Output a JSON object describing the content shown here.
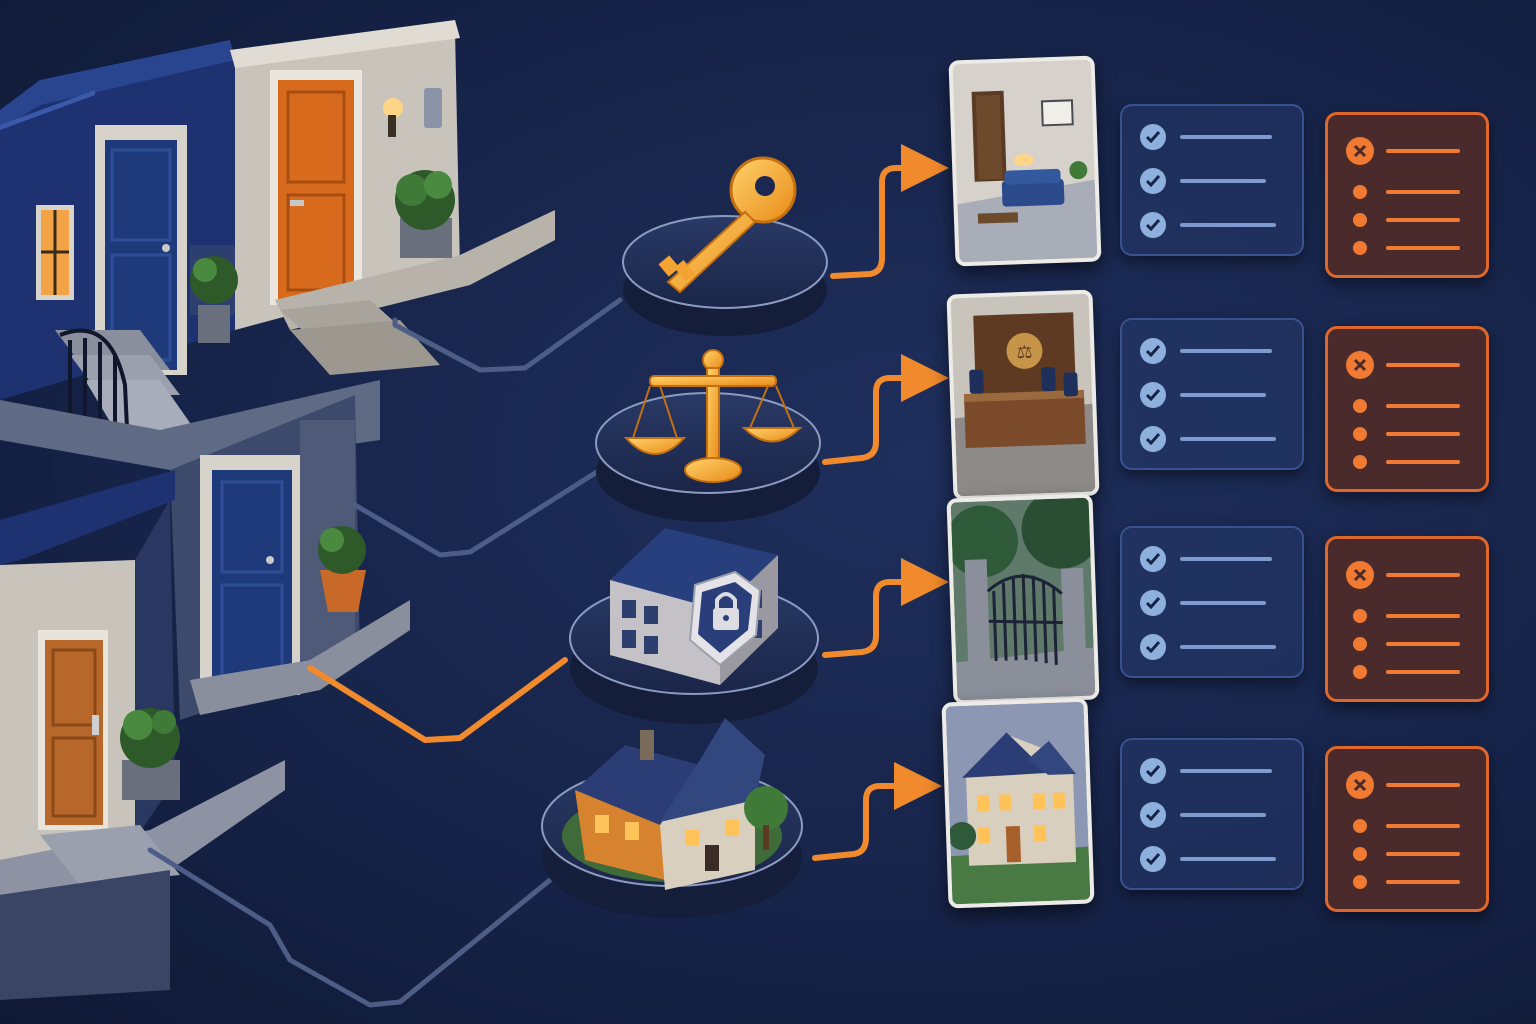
{
  "palette": {
    "background": "#17244a",
    "accent": "#f08a2c",
    "panel_border": "#3a5190",
    "check": "#8eb0dc",
    "deny": "#e0672a"
  },
  "entrances": [
    {
      "name": "townhouse-upper",
      "door_color": "#1f3a7a"
    },
    {
      "name": "orange-door-entry",
      "door_color": "#d86a1e"
    },
    {
      "name": "blue-door-lower",
      "door_color": "#1f3a7a"
    },
    {
      "name": "wooden-door-lower",
      "door_color": "#b8672a"
    }
  ],
  "pathways": [
    {
      "icon": "key-icon",
      "destination": "lobby-room-image",
      "connector": "muted"
    },
    {
      "icon": "scales-of-justice-icon",
      "destination": "courtroom-image",
      "connector": "muted"
    },
    {
      "icon": "secured-building-icon",
      "destination": "gated-entrance-image",
      "connector": "highlighted"
    },
    {
      "icon": "house-icon",
      "destination": "house-exterior-image",
      "connector": "muted"
    }
  ],
  "requirement_lists": [
    {
      "met_items": 3
    },
    {
      "met_items": 3
    },
    {
      "met_items": 3
    },
    {
      "met_items": 3
    }
  ],
  "denial_lists": [
    {
      "icon": "x-circle-icon",
      "items": 3
    },
    {
      "icon": "x-circle-icon",
      "items": 3
    },
    {
      "icon": "x-circle-icon",
      "items": 3
    },
    {
      "icon": "x-circle-icon",
      "items": 3
    }
  ]
}
